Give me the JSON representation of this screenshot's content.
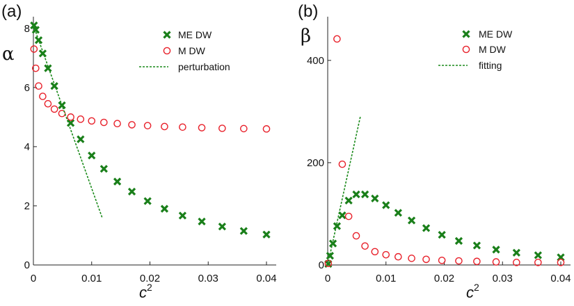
{
  "colors": {
    "me": "#1a7f1a",
    "m": "#e8202a",
    "line": "#1a8a1a",
    "axis": "#222222"
  },
  "chart_data": [
    {
      "type": "scatter",
      "panel_label": "(a)",
      "ylabel": "α",
      "xlabel": "c",
      "xlabel_sup": "2",
      "xlim": [
        0,
        0.04
      ],
      "ylim": [
        0,
        8.3
      ],
      "xticks": [
        0,
        0.01,
        0.02,
        0.03,
        0.04
      ],
      "xtick_labels": [
        "0",
        "0.01",
        "0.02",
        "0.03",
        "0.04"
      ],
      "yticks": [
        0,
        2,
        4,
        6,
        8
      ],
      "ytick_labels": [
        "0",
        "2",
        "4",
        "6",
        "8"
      ],
      "legend": {
        "position": "top-right",
        "entries": [
          "ME DW",
          "M DW",
          "perturbation"
        ]
      },
      "series": [
        {
          "name": "ME DW",
          "marker": "x",
          "color_key": "me",
          "points": [
            [
              0.0001,
              8.1
            ],
            [
              0.0004,
              7.95
            ],
            [
              0.0009,
              7.6
            ],
            [
              0.0016,
              7.15
            ],
            [
              0.0025,
              6.65
            ],
            [
              0.0036,
              6.05
            ],
            [
              0.0049,
              5.4
            ],
            [
              0.0064,
              4.8
            ],
            [
              0.0081,
              4.25
            ],
            [
              0.01,
              3.7
            ],
            [
              0.0121,
              3.25
            ],
            [
              0.0144,
              2.82
            ],
            [
              0.0169,
              2.48
            ],
            [
              0.0196,
              2.16
            ],
            [
              0.0225,
              1.9
            ],
            [
              0.0256,
              1.67
            ],
            [
              0.0289,
              1.47
            ],
            [
              0.0324,
              1.3
            ],
            [
              0.0361,
              1.15
            ],
            [
              0.04,
              1.03
            ]
          ]
        },
        {
          "name": "M DW",
          "marker": "o",
          "color_key": "m",
          "points": [
            [
              0.0001,
              7.3
            ],
            [
              0.0004,
              6.65
            ],
            [
              0.0009,
              6.05
            ],
            [
              0.0016,
              5.7
            ],
            [
              0.0025,
              5.45
            ],
            [
              0.0036,
              5.27
            ],
            [
              0.0049,
              5.12
            ],
            [
              0.0064,
              5.0
            ],
            [
              0.0081,
              4.93
            ],
            [
              0.01,
              4.87
            ],
            [
              0.0121,
              4.82
            ],
            [
              0.0144,
              4.78
            ],
            [
              0.0169,
              4.74
            ],
            [
              0.0196,
              4.71
            ],
            [
              0.0225,
              4.68
            ],
            [
              0.0256,
              4.66
            ],
            [
              0.0289,
              4.64
            ],
            [
              0.0324,
              4.62
            ],
            [
              0.0361,
              4.61
            ],
            [
              0.04,
              4.6
            ]
          ]
        },
        {
          "name": "perturbation",
          "marker": "dashed-line",
          "color_key": "line",
          "points": [
            [
              0,
              8.1
            ],
            [
              0.0118,
              1.6
            ]
          ]
        }
      ]
    },
    {
      "type": "scatter",
      "panel_label": "(b)",
      "ylabel": "β",
      "xlabel": "c",
      "xlabel_sup": "2",
      "xlim": [
        0,
        0.04
      ],
      "ylim": [
        0,
        480
      ],
      "xticks": [
        0,
        0.01,
        0.02,
        0.03,
        0.04
      ],
      "xtick_labels": [
        "0",
        "0.01",
        "0.02",
        "0.03",
        "0.04"
      ],
      "yticks": [
        0,
        200,
        400
      ],
      "ytick_labels": [
        "0",
        "200",
        "400"
      ],
      "legend": {
        "position": "top-right",
        "entries": [
          "ME DW",
          "M DW",
          "fitting"
        ]
      },
      "series": [
        {
          "name": "ME DW",
          "marker": "x",
          "color_key": "me",
          "points": [
            [
              0.0001,
              2
            ],
            [
              0.0004,
              18
            ],
            [
              0.0009,
              42
            ],
            [
              0.0016,
              76
            ],
            [
              0.0025,
              97
            ],
            [
              0.0036,
              126
            ],
            [
              0.0049,
              138
            ],
            [
              0.0064,
              138
            ],
            [
              0.0081,
              130
            ],
            [
              0.01,
              117
            ],
            [
              0.0121,
              102
            ],
            [
              0.0144,
              87
            ],
            [
              0.0169,
              72
            ],
            [
              0.0196,
              59
            ],
            [
              0.0225,
              47
            ],
            [
              0.0256,
              38
            ],
            [
              0.0289,
              30
            ],
            [
              0.0324,
              24
            ],
            [
              0.0361,
              19
            ],
            [
              0.04,
              15
            ]
          ]
        },
        {
          "name": "M DW",
          "marker": "o",
          "color_key": "m",
          "points": [
            [
              0.0001,
              3
            ],
            [
              0.0016,
              442
            ],
            [
              0.0025,
              197
            ],
            [
              0.0036,
              95
            ],
            [
              0.0049,
              57
            ],
            [
              0.0064,
              37
            ],
            [
              0.0081,
              26
            ],
            [
              0.01,
              20
            ],
            [
              0.0121,
              16
            ],
            [
              0.0144,
              13
            ],
            [
              0.0169,
              11
            ],
            [
              0.0196,
              9
            ],
            [
              0.0225,
              8
            ],
            [
              0.0256,
              7
            ],
            [
              0.0289,
              6
            ],
            [
              0.0324,
              5
            ],
            [
              0.0361,
              5
            ],
            [
              0.04,
              5
            ]
          ]
        },
        {
          "name": "fitting",
          "marker": "dashed-line",
          "color_key": "line",
          "points": [
            [
              0,
              0
            ],
            [
              0.0056,
              290
            ]
          ]
        }
      ]
    }
  ]
}
